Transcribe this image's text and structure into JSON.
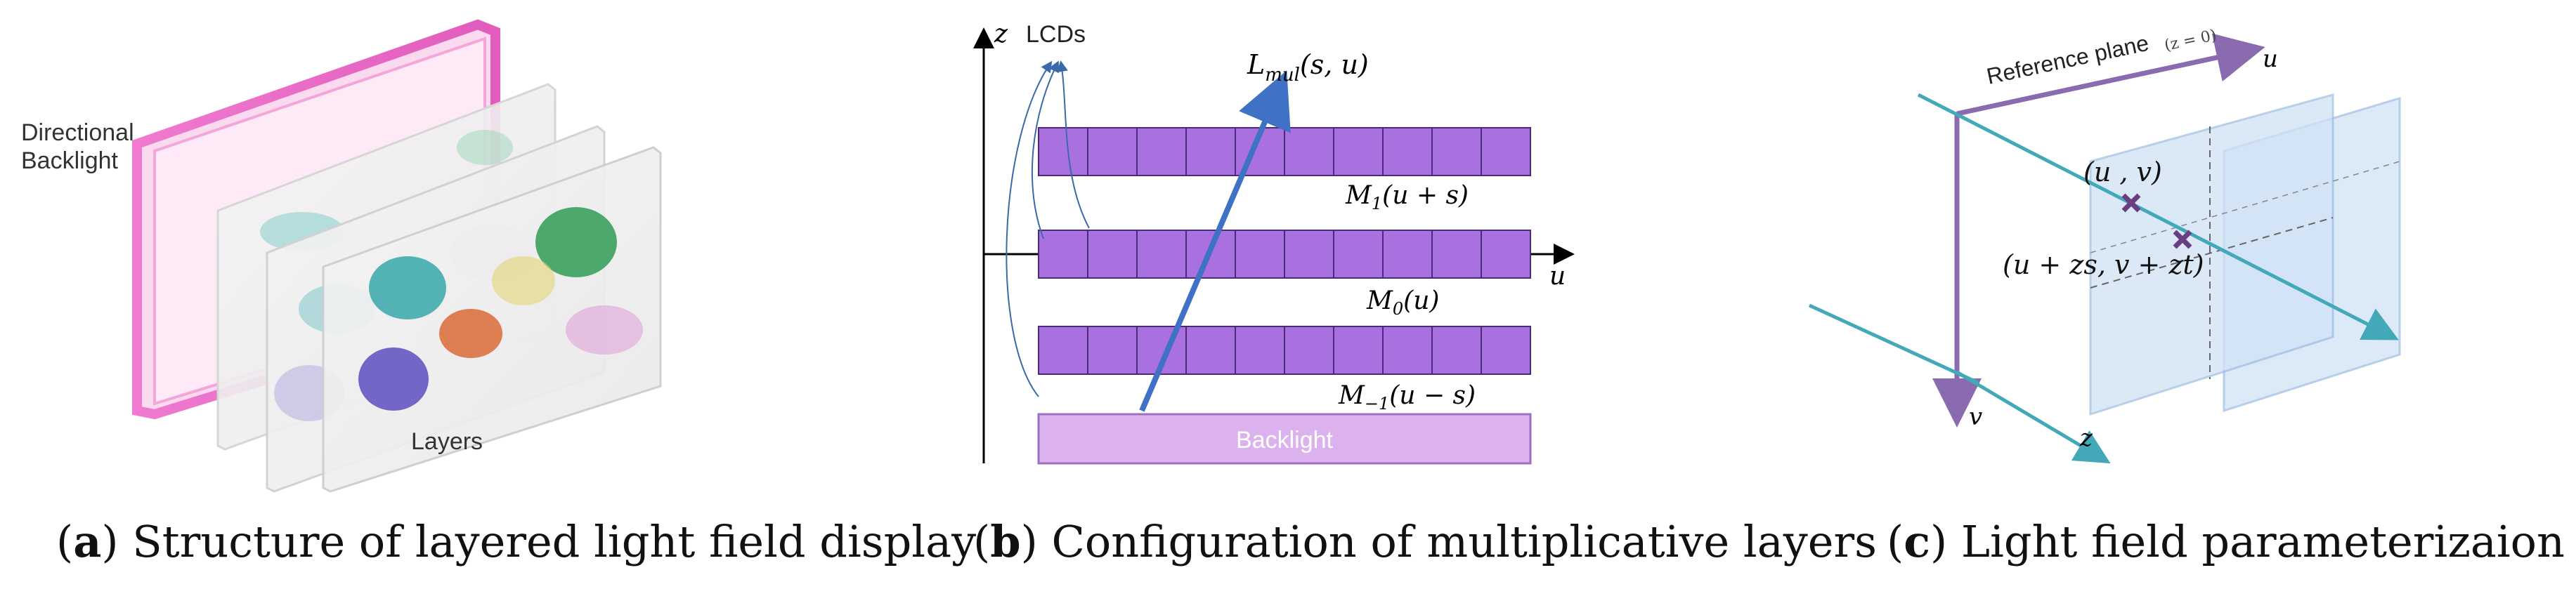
{
  "panel_a": {
    "caption_letter": "a",
    "caption_text": "Structure of layered light field display",
    "label_backlight_line1": "Directional",
    "label_backlight_line2": "Backlight",
    "label_layers": "Layers"
  },
  "panel_b": {
    "caption_letter": "b",
    "caption_text": "Configuration of multiplicative layers",
    "axis_z": "z",
    "axis_u": "u",
    "label_lcds": "LCDs",
    "label_ray": "L",
    "label_ray_sub": "mul",
    "label_ray_args": "(s, u)",
    "layer_top_label": "M",
    "layer_top_sub": "1",
    "layer_top_args": "(u + s)",
    "layer_mid_label": "M",
    "layer_mid_sub": "0",
    "layer_mid_args": "(u)",
    "layer_bot_label": "M",
    "layer_bot_sub": "−1",
    "layer_bot_args": "(u − s)",
    "backlight_label": "Backlight",
    "colors": {
      "cell": "#a970e0",
      "cell_border": "#4a2a7a",
      "backlight": "#dcb2ee",
      "ray": "#3f72c4"
    }
  },
  "panel_c": {
    "caption_letter": "c",
    "caption_text": "Light field parameterizaion",
    "ref_plane_label": "Reference plane",
    "ref_plane_note": "(z = 0)",
    "axis_u": "u",
    "axis_v": "v",
    "axis_z": "z",
    "point1": "(u , v)",
    "point2": "(u + zs, v + zt)",
    "colors": {
      "frame": "#8a6bb0",
      "plane": "#c6dcf2",
      "teal": "#43a9b9",
      "marker": "#6a3f82"
    }
  }
}
